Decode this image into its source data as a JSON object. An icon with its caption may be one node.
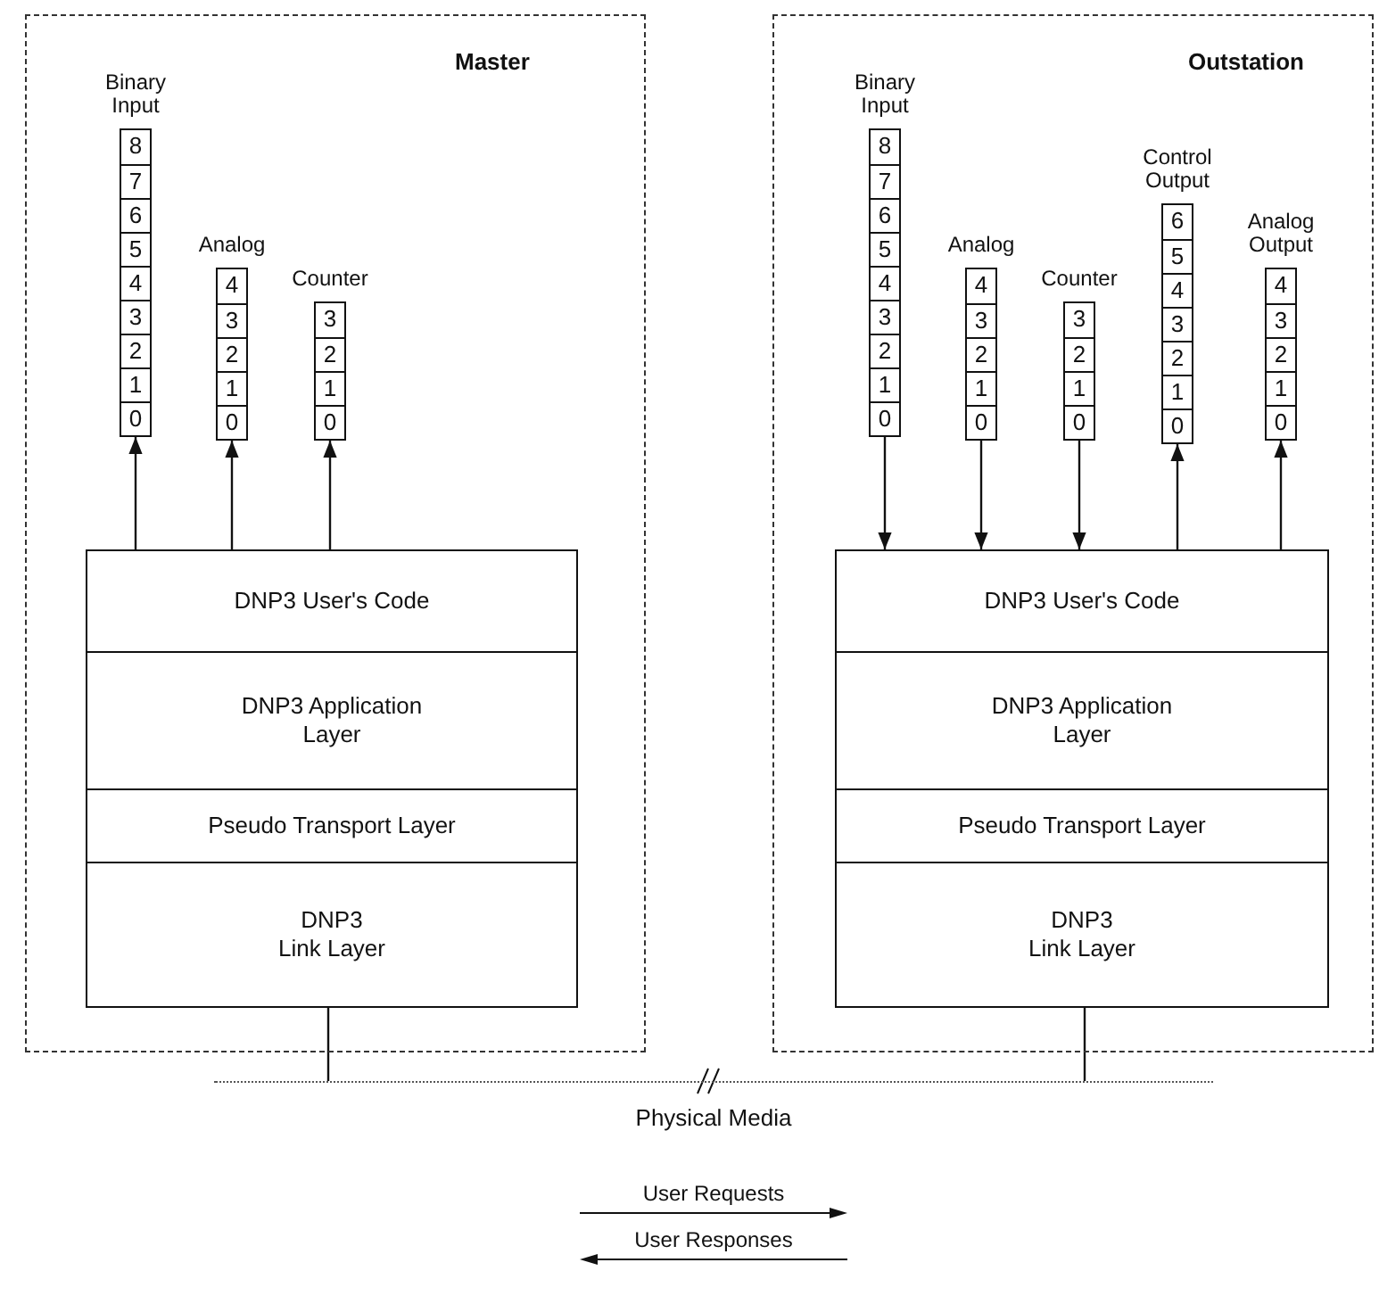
{
  "diagram": {
    "nodes": [
      {
        "text": [
          "Master"
        ]
      },
      {
        "text": [
          "Binary Input",
          "8",
          "7",
          "6",
          "5",
          "4",
          "3",
          "2",
          "1",
          "0"
        ],
        "in": 0
      },
      {
        "text": [
          "Analog",
          "4",
          "3",
          "2",
          "1",
          "0"
        ],
        "in": 0
      },
      {
        "text": [
          "Counter",
          "3",
          "2",
          "1",
          "0"
        ],
        "in": 0
      },
      {
        "text": [
          "DNP3 User's Code"
        ],
        "in": 0
      },
      {
        "text": [
          "DNP3 Application Layer"
        ],
        "in": 0
      },
      {
        "text": [
          "Pseudo Transport Layer"
        ],
        "in": 0
      },
      {
        "text": [
          "DNP3 Link Layer"
        ],
        "in": 0
      },
      {
        "text": [
          "Outstation"
        ]
      },
      {
        "text": [
          "Binary Input",
          "8",
          "7",
          "6",
          "5",
          "4",
          "3",
          "2",
          "1",
          "0"
        ],
        "in": 8
      },
      {
        "text": [
          "Analog",
          "4",
          "3",
          "2",
          "1",
          "0"
        ],
        "in": 8
      },
      {
        "text": [
          "Counter",
          "3",
          "2",
          "1",
          "0"
        ],
        "in": 8
      },
      {
        "text": [
          "Control Output",
          "6",
          "5",
          "4",
          "3",
          "2",
          "1",
          "0"
        ],
        "in": 8
      },
      {
        "text": [
          "Analog Output",
          "4",
          "3",
          "2",
          "1",
          "0"
        ],
        "in": 8
      },
      {
        "text": [
          "DNP3 User's Code"
        ],
        "in": 8
      },
      {
        "text": [
          "DNP3 Application Layer"
        ],
        "in": 8
      },
      {
        "text": [
          "Pseudo Transport Layer"
        ],
        "in": 8
      },
      {
        "text": [
          "DNP3 Link Layer"
        ],
        "in": 8
      },
      {
        "text": [
          "Physical Media"
        ]
      }
    ],
    "edges": [
      {
        "from": 4,
        "to": 1,
        "arrow": "to"
      },
      {
        "from": 4,
        "to": 2,
        "arrow": "to"
      },
      {
        "from": 4,
        "to": 3,
        "arrow": "to"
      },
      {
        "from": 9,
        "to": 14,
        "arrow": "to"
      },
      {
        "from": 10,
        "to": 14,
        "arrow": "to"
      },
      {
        "from": 11,
        "to": 14,
        "arrow": "to"
      },
      {
        "from": 14,
        "to": 12,
        "arrow": "to"
      },
      {
        "from": 14,
        "to": 13,
        "arrow": "to"
      },
      {
        "from": 7,
        "to": 18,
        "arrow": "none"
      },
      {
        "from": 17,
        "to": 18,
        "arrow": "none"
      }
    ],
    "legend": [
      {
        "text": "User Requests"
      },
      {
        "text": "User Responses"
      }
    ]
  }
}
